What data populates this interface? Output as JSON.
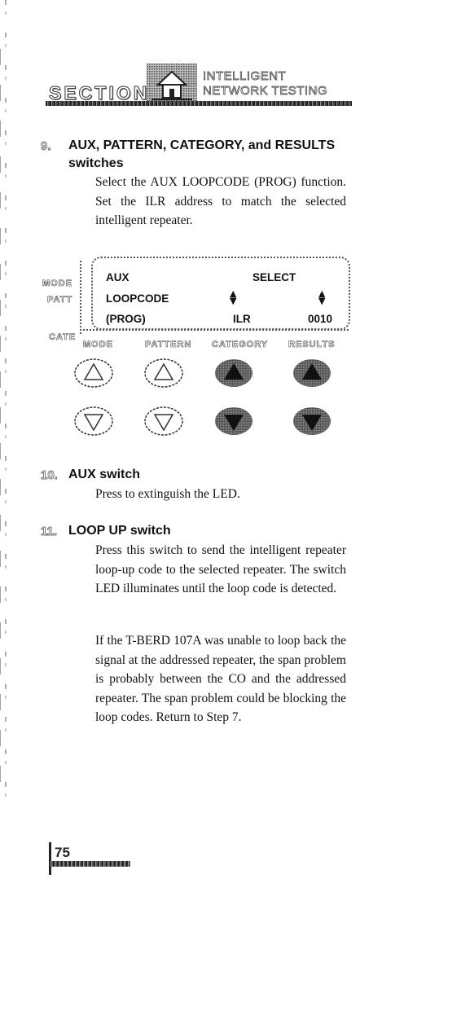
{
  "header": {
    "section_word": "SECTION",
    "title_line1": "INTELLIGENT",
    "title_line2": "NETWORK TESTING"
  },
  "steps": [
    {
      "number": "9.",
      "title_line1": "AUX, PATTERN, CATEGORY, and RESULTS",
      "title_line2": "switches",
      "paragraphs": [
        "Select the AUX LOOPCODE (PROG) function. Set the ILR address to match the selected intelligent repeater."
      ]
    },
    {
      "number": "10.",
      "title_line1": "AUX switch",
      "paragraphs": [
        "Press to extinguish the LED."
      ]
    },
    {
      "number": "11.",
      "title_line1": "LOOP UP switch",
      "paragraphs": [
        "Press this switch to send the intelligent repeater loop-up code to the selected repeater. The switch LED illuminates until the loop code is detected.",
        "If the T-BERD 107A was unable to loop back the signal at the addressed repeater, the span problem is probably between the CO and the addressed repeater. The span problem could be blocking the loop codes. Return to Step 7."
      ]
    }
  ],
  "panel": {
    "side_labels": {
      "mode": "MODE",
      "patt": "PATT",
      "cate": "CATE"
    },
    "display": {
      "row1_left": "AUX",
      "row1_right": "SELECT",
      "row2_left": "LOOPCODE",
      "row3_left": "(PROG)",
      "row3_mid": "ILR",
      "row3_right": "0010"
    },
    "buttons": {
      "mode": "MODE",
      "pattern": "PATTERN",
      "category": "CATEGORY",
      "results": "RESULTS"
    }
  },
  "footer": {
    "page_number": "75"
  }
}
